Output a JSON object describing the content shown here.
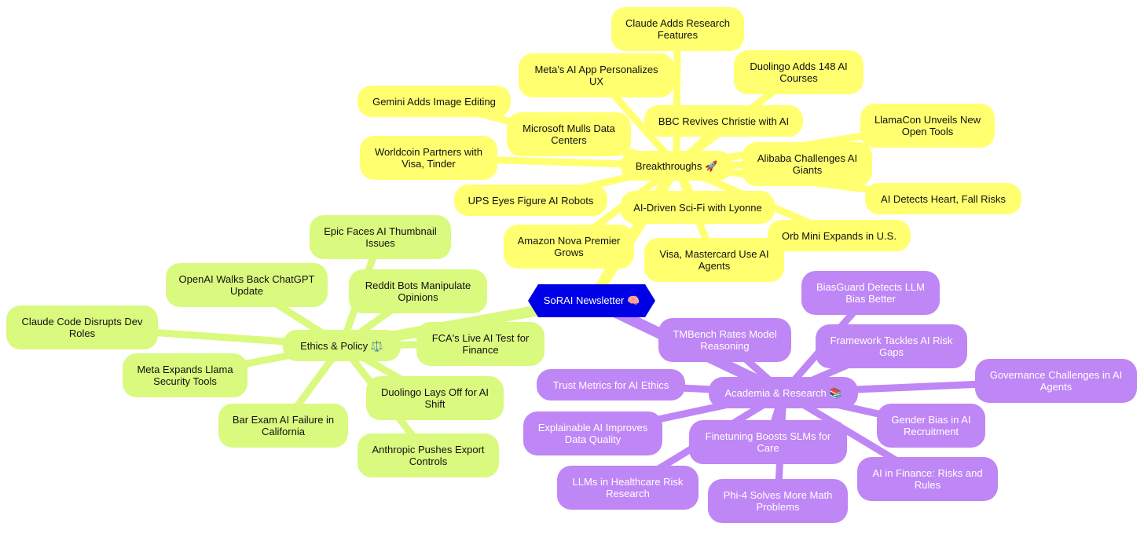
{
  "root": {
    "label": "SoRAI Newsletter 🧠"
  },
  "colors": {
    "root": "#0000e6",
    "breakthroughs": "#ffff70",
    "ethics": "#daf97f",
    "academia": "#bf86f5"
  },
  "branches": [
    {
      "label": "Breakthroughs 🚀",
      "children": [
        "Claude Adds Research Features",
        "Meta's AI App Personalizes UX",
        "Duolingo Adds 148 AI Courses",
        "Gemini Adds Image Editing",
        "BBC Revives Christie with AI",
        "Microsoft Mulls Data Centers",
        "LlamaCon Unveils New Open Tools",
        "Worldcoin Partners with Visa, Tinder",
        "Alibaba Challenges AI Giants",
        "UPS Eyes Figure AI Robots",
        "AI-Driven Sci-Fi with Lyonne",
        "AI Detects Heart, Fall Risks",
        "Amazon Nova Premier Grows",
        "Orb Mini Expands in U.S.",
        "Visa, Mastercard Use AI Agents"
      ]
    },
    {
      "label": "Ethics & Policy ⚖️",
      "children": [
        "Epic Faces AI Thumbnail Issues",
        "OpenAI Walks Back ChatGPT Update",
        "Reddit Bots Manipulate Opinions",
        "Claude Code Disrupts Dev Roles",
        "FCA's Live AI Test for Finance",
        "Meta Expands Llama Security Tools",
        "Duolingo Lays Off for AI Shift",
        "Bar Exam AI Failure in California",
        "Anthropic Pushes Export Controls"
      ]
    },
    {
      "label": "Academia & Research 📚",
      "children": [
        "BiasGuard Detects LLM Bias Better",
        "TMBench Rates Model Reasoning",
        "Framework Tackles AI Risk Gaps",
        "Trust Metrics for AI Ethics",
        "Governance Challenges in AI Agents",
        "Gender Bias in AI Recruitment",
        "Explainable AI Improves Data Quality",
        "Finetuning Boosts SLMs for Care",
        "LLMs in Healthcare Risk Research",
        "Phi-4 Solves More Math Problems",
        "AI in Finance: Risks and Rules"
      ]
    }
  ]
}
